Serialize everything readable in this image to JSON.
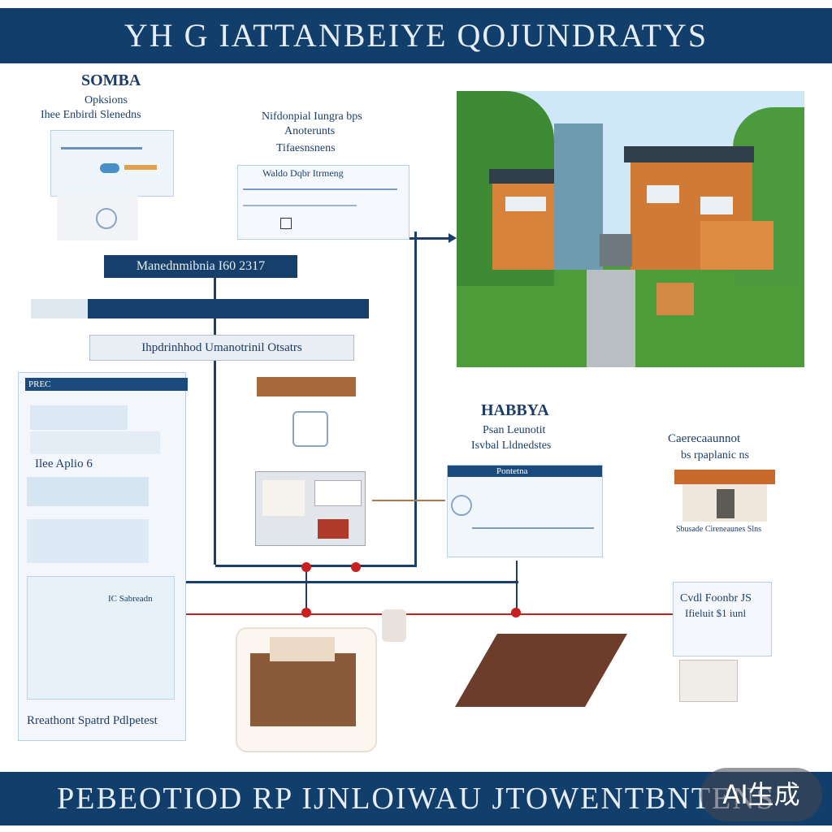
{
  "header": {
    "title": "YH G IATTANBEIYE QOJUNDRATYS"
  },
  "footer": {
    "title": "PEBEOTIOD RP IJNLOIWAU JTOWENTBNTENS"
  },
  "top_left": {
    "title": "SOMBA",
    "subtitle": "Opksions",
    "caption": "Ihee Enbirdi Slenedns"
  },
  "top_mid": {
    "line1": "Nifdonpial Iungra bps",
    "line2": "Anoterunts",
    "line3": "Tifaesnsnens",
    "card_label": "Waldo Dqbr Itrmeng"
  },
  "mid_bars": {
    "bar1": "Manednmibnia I60 2317",
    "bar2": "Ihpdrinhhod  Umanotrinil Otsatrs"
  },
  "left_panel": {
    "tag": "PREC",
    "label": "Ilee Aplio 6",
    "row_label": "IC Sabreadn",
    "caption": "Rreathont Spatrd Pdlpetest"
  },
  "right_mid": {
    "title": "HABBYA",
    "line1": "Psan Leunotit",
    "line2": "Isvbal Lldnedstes",
    "card_title": "Pontetna"
  },
  "far_right": {
    "line1": "Caerecaaunnot",
    "line2": "bs rpaplanic ns",
    "row": "Sbusade  Cireneaunes Slns"
  },
  "bottom_right_card": {
    "line1": "Cvdl Foonbr JS",
    "line2": "Ifieluit $1 iunl"
  },
  "badge": {
    "text": "AI生成"
  },
  "colors": {
    "navy": "#123e6b",
    "accent_red": "#c8201f",
    "card_bg": "#eef5fb"
  }
}
